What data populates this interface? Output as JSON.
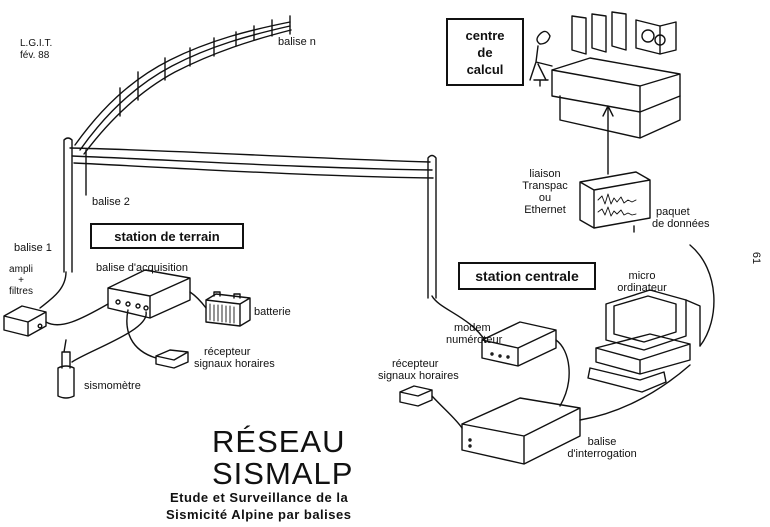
{
  "header": {
    "lab": "L.G.I.T.",
    "date": "fév. 88"
  },
  "boxes": {
    "field_station": "station de terrain",
    "central_station": "station centrale",
    "computing_center": [
      "centre",
      "de",
      "calcul"
    ]
  },
  "labels": {
    "beacon_n": "balise n",
    "beacon_2": "balise 2",
    "beacon_1": "balise 1",
    "amp_filters": [
      "ampli",
      "+",
      "filtres"
    ],
    "acquisition_beacon": "balise d'acquisition",
    "battery": "batterie",
    "time_receiver_field": [
      "récepteur",
      "signaux horaires"
    ],
    "seismometer": "sismomètre",
    "modem": [
      "modem",
      "numéroteur"
    ],
    "time_receiver_central": [
      "récepteur",
      "signaux horaires"
    ],
    "microcomputer": [
      "micro",
      "ordinateur"
    ],
    "interrogation_beacon": [
      "balise",
      "d'interrogation"
    ],
    "link": [
      "liaison",
      "Transpac",
      "ou",
      "Ethernet"
    ],
    "data_packet": [
      "paquet",
      "de données"
    ],
    "page_number": "61"
  },
  "title": {
    "line1": "RÉSEAU",
    "line2": "SISMALP",
    "sub1": "Etude et Surveillance de la",
    "sub2": "Sismicité Alpine par balises"
  }
}
